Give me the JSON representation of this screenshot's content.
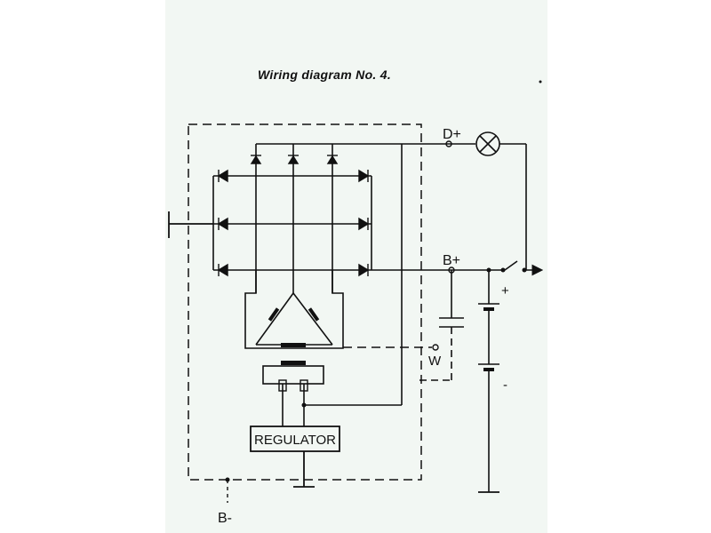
{
  "diagram": {
    "title": "Wiring diagram No. 4.",
    "terminals": {
      "d_plus": "D+",
      "b_plus": "B+",
      "w": "W",
      "b_minus": "B-"
    },
    "regulator_label": "REGULATOR",
    "battery_plus": "+",
    "battery_minus": "-"
  },
  "colors": {
    "line": "#111111",
    "background_panel": "#f2f7f3"
  }
}
